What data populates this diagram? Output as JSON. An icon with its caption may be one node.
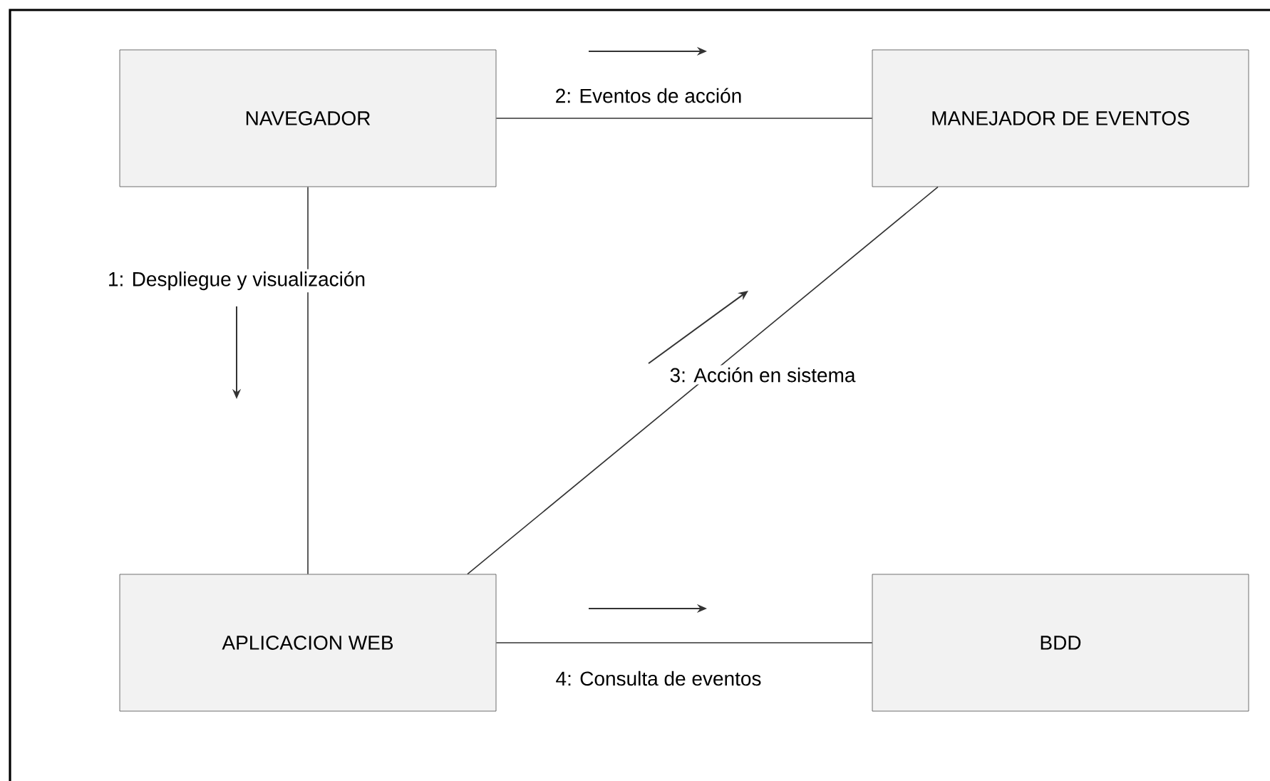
{
  "diagram": {
    "nodes": [
      {
        "text": [
          "NAVEGADOR"
        ]
      },
      {
        "text": [
          "MANEJADOR DE EVENTOS"
        ]
      },
      {
        "text": [
          "APLICACION WEB"
        ]
      },
      {
        "text": [
          "BDD"
        ]
      }
    ],
    "edges": [
      {
        "from": 0,
        "to": 2,
        "arrow": "none",
        "label": "1: Despliegue y visualización"
      },
      {
        "from": 0,
        "to": 1,
        "arrow": "none",
        "label": "2: Eventos de acción"
      },
      {
        "from": 2,
        "to": 1,
        "arrow": "none",
        "label": "3: Acción en sistema"
      },
      {
        "from": 2,
        "to": 3,
        "arrow": "none",
        "label": "4: Consulta de eventos"
      }
    ]
  }
}
